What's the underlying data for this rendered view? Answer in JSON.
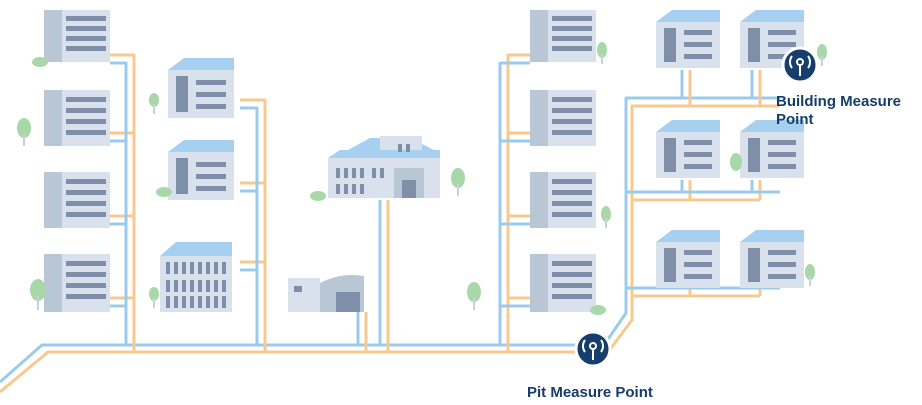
{
  "labels": {
    "building_measure_point_line1": "Building Measure",
    "building_measure_point_line2": "Point",
    "pit_measure_point": "Pit Measure Point"
  },
  "colors": {
    "text": "#163e6c",
    "pipe_blue": "#9bcbec",
    "pipe_orange": "#f7c98f",
    "building_light": "#d9e2ec",
    "building_mid": "#b9c6d4",
    "building_dark": "#7f8faa",
    "roof": "#a7d0f0",
    "tree": "#a9d8a8",
    "sensor": "#163e6c"
  },
  "icons": {
    "sensor": "signal-sensor-icon",
    "tree": "tree-icon"
  }
}
